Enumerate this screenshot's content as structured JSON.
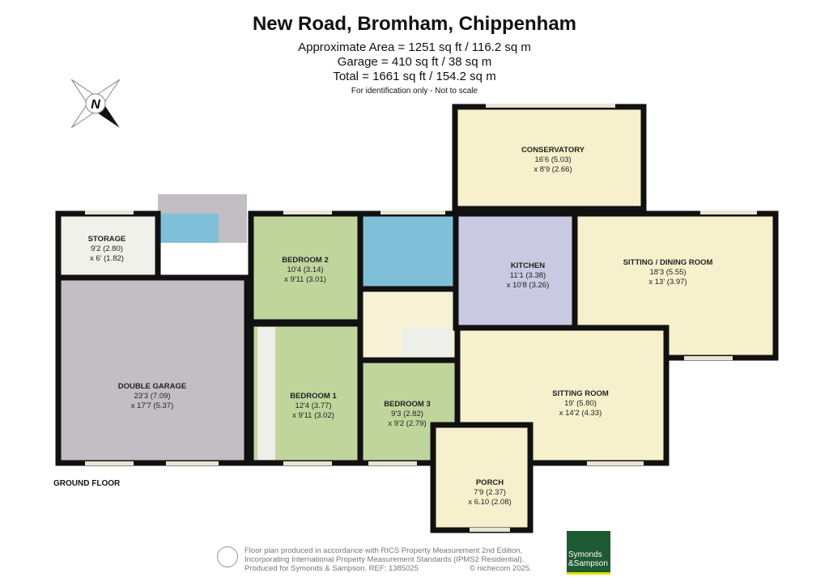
{
  "header": {
    "title": "New Road, Bromham, Chippenham",
    "approx_area": "Approximate Area = 1251 sq ft / 116.2 sq m",
    "garage_area": "Garage = 410 sq ft / 38 sq m",
    "total_area": "Total = 1661 sq ft / 154.2 sq m",
    "note": "For identification only - Not to scale"
  },
  "compass": {
    "label": "N",
    "icon": "north-arrow-icon"
  },
  "rooms": [
    {
      "id": "conservatory",
      "name": "CONSERVATORY",
      "dim1": "16'6 (5.03)",
      "dim2": "x 8'9 (2.66)",
      "color": "#f6f1cc"
    },
    {
      "id": "storage",
      "name": "STORAGE",
      "dim1": "9'2 (2.80)",
      "dim2": "x 6' (1.82)",
      "color": "#f1f1ec"
    },
    {
      "id": "double-garage",
      "name": "DOUBLE GARAGE",
      "dim1": "23'3 (7.09)",
      "dim2": "x 17'7 (5.37)",
      "color": "#c3bec3"
    },
    {
      "id": "bedroom-2",
      "name": "BEDROOM 2",
      "dim1": "10'4 (3.14)",
      "dim2": "x 9'11 (3.01)",
      "color": "#bfd59c"
    },
    {
      "id": "kitchen",
      "name": "KITCHEN",
      "dim1": "11'1 (3.38)",
      "dim2": "x 10'8 (3.26)",
      "color": "#c9c9e2"
    },
    {
      "id": "sitting-dining-room",
      "name": "SITTING / DINING ROOM",
      "dim1": "18'3 (5.55)",
      "dim2": "x 13' (3.97)",
      "color": "#f6f1cc"
    },
    {
      "id": "bedroom-1",
      "name": "BEDROOM 1",
      "dim1": "12'4 (3.77)",
      "dim2": "x 9'11 (3.02)",
      "color": "#bfd59c"
    },
    {
      "id": "bedroom-3",
      "name": "BEDROOM 3",
      "dim1": "9'3 (2.82)",
      "dim2": "x 9'2 (2.79)",
      "color": "#bfd59c"
    },
    {
      "id": "sitting-room",
      "name": "SITTING ROOM",
      "dim1": "19' (5.80)",
      "dim2": "x 14'2 (4.33)",
      "color": "#f6f1cc"
    },
    {
      "id": "porch",
      "name": "PORCH",
      "dim1": "7'9 (2.37)",
      "dim2": "x 6.10 (2.08)",
      "color": "#f6f1cc"
    }
  ],
  "colors": {
    "bathroom": "#7fbfd8",
    "hallway": "#f7f2d6",
    "walls": "#111111",
    "closet": "#efefea"
  },
  "floor_label": "GROUND FLOOR",
  "footer": {
    "line1": "Floor plan produced in accordance with RICS Property Measurement 2nd Edition,",
    "line2": "Incorporating International Property Measurement Standards (IPMS2 Residential).",
    "line3": "Produced for Symonds & Sampson.   REF: 1385025",
    "copyright": "© nichecom 2025.",
    "logo_line1": "Symonds",
    "logo_line2": "&Sampson"
  }
}
